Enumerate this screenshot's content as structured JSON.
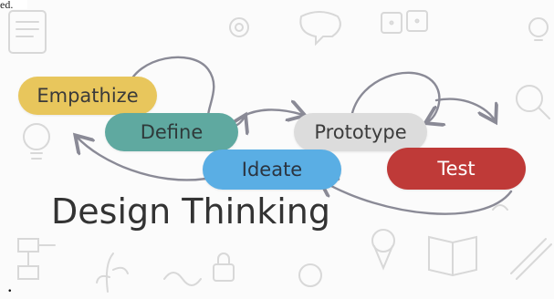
{
  "caption_fragment": "ed.",
  "trailing_mark": ".",
  "headline": "Design Thinking",
  "stages": {
    "empathize": "Empathize",
    "define": "Define",
    "prototype": "Prototype",
    "ideate": "Ideate",
    "test": "Test"
  },
  "colors": {
    "empathize": "#e8c65c",
    "define": "#5fa9a0",
    "prototype": "#dcdcdc",
    "ideate": "#5aaee4",
    "test": "#bf3a38"
  },
  "decorative_icons": [
    "notepad-icon",
    "dice-icon",
    "lightbulb-icon",
    "magnifier-icon",
    "flowchart-icon",
    "pencil-icon",
    "book-icon",
    "lock-icon",
    "gear-icon"
  ]
}
